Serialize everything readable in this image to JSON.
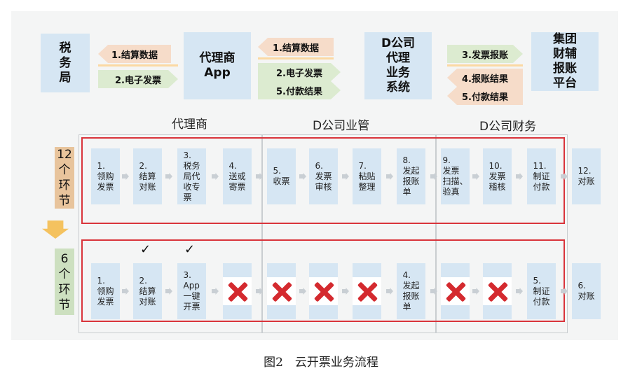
{
  "top": {
    "boxes": {
      "tax": "税\n务\n局",
      "agent": "代理商\nApp",
      "dsys": "D公司\n代理\n业务\n系统",
      "group": "集团\n财辅\n报账\n平台"
    },
    "arrows": {
      "a1": "1.结算数据",
      "a2": "2.电子发票",
      "a3": "1.结算数据",
      "a4": "2.电子发票",
      "a5": "5.付款结果",
      "a6": "3.发票报账",
      "a7": "4.报账结果",
      "a8": "5.付款结果"
    }
  },
  "groups": {
    "agent": "代理商",
    "business": "D公司业管",
    "finance": "D公司财务"
  },
  "row12": {
    "label": "12\n个\n环\n节",
    "steps": [
      "1.\n领购\n发票",
      "2.\n结算\n对账",
      "3.\n税务\n局代\n收专\n票",
      "4.\n送或\n寄票",
      "5.\n收票",
      "6.\n发票\n审核",
      "7.\n粘贴\n整理",
      "8.\n发起\n报账\n单",
      "9.\n发票\n扫描、\n验真",
      "10.\n发票\n稽核",
      "11.\n制证\n付款",
      "12.\n对账"
    ]
  },
  "row6": {
    "label": "6\n个\n环\n节",
    "checks": [
      "✓",
      "✓"
    ],
    "steps": [
      "1.\n领购\n发票",
      "2.\n结算\n对账",
      "3.\nApp\n一键\n开票",
      "",
      "",
      "",
      "",
      "4.\n发起\n报账\n单",
      "",
      "",
      "5.\n制证\n付款",
      "6.\n对账"
    ],
    "removed": [
      "icon-x",
      "icon-x",
      "icon-x",
      "icon-x",
      "icon-x",
      "icon-x"
    ]
  },
  "caption": "图2　云开票业务流程"
}
